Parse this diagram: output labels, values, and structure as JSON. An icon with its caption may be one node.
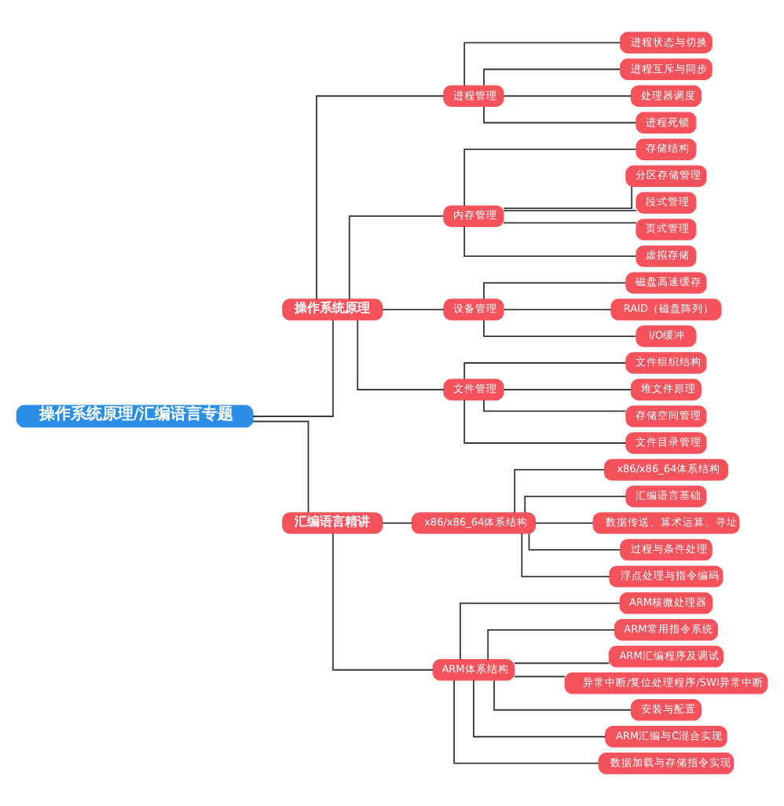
{
  "diagram": {
    "nodes": [
      {
        "text": [
          "操作系统原理/汇编语言专题"
        ]
      },
      {
        "text": [
          "操作系统原理"
        ]
      },
      {
        "text": [
          "进程管理"
        ]
      },
      {
        "text": [
          "进程状态与切换"
        ]
      },
      {
        "text": [
          "进程互斥与同步"
        ]
      },
      {
        "text": [
          "处理器调度"
        ]
      },
      {
        "text": [
          "进程死锁"
        ]
      },
      {
        "text": [
          "内存管理"
        ]
      },
      {
        "text": [
          "存储结构"
        ]
      },
      {
        "text": [
          "分区存储管理"
        ]
      },
      {
        "text": [
          "段式管理"
        ]
      },
      {
        "text": [
          "页式管理"
        ]
      },
      {
        "text": [
          "虚拟存储"
        ]
      },
      {
        "text": [
          "设备管理"
        ]
      },
      {
        "text": [
          "磁盘高速缓存"
        ]
      },
      {
        "text": [
          "RAID（磁盘阵列）"
        ]
      },
      {
        "text": [
          "I/O缓冲"
        ]
      },
      {
        "text": [
          "文件管理"
        ]
      },
      {
        "text": [
          "文件组织结构"
        ]
      },
      {
        "text": [
          "堆文件原理"
        ]
      },
      {
        "text": [
          "存储空间管理"
        ]
      },
      {
        "text": [
          "文件目录管理"
        ]
      },
      {
        "text": [
          "汇编语言精讲"
        ]
      },
      {
        "text": [
          "x86/x86_64体系结构"
        ]
      },
      {
        "text": [
          "x86/x86_64体系结构"
        ]
      },
      {
        "text": [
          "汇编语言基础"
        ]
      },
      {
        "text": [
          "数据传送、算术运算、寻址"
        ]
      },
      {
        "text": [
          "过程与条件处理"
        ]
      },
      {
        "text": [
          "浮点处理与指令编码"
        ]
      },
      {
        "text": [
          "ARM体系结构"
        ]
      },
      {
        "text": [
          "ARM核微处理器"
        ]
      },
      {
        "text": [
          "ARM常用指令系统"
        ]
      },
      {
        "text": [
          "ARM汇编程序及调试"
        ]
      },
      {
        "text": [
          "异常中断/复位处理程序/SWI异常中断"
        ]
      },
      {
        "text": [
          "安装与配置"
        ]
      },
      {
        "text": [
          "ARM汇编与C混合实现"
        ]
      },
      {
        "text": [
          "数据加载与存储指令实现"
        ]
      }
    ],
    "edges": [
      {
        "from": 0,
        "to": 1,
        "arrow": "none"
      },
      {
        "from": 1,
        "to": 2,
        "arrow": "none"
      },
      {
        "from": 2,
        "to": 3,
        "arrow": "none"
      },
      {
        "from": 2,
        "to": 4,
        "arrow": "none"
      },
      {
        "from": 2,
        "to": 5,
        "arrow": "none"
      },
      {
        "from": 2,
        "to": 6,
        "arrow": "none"
      },
      {
        "from": 1,
        "to": 7,
        "arrow": "none"
      },
      {
        "from": 7,
        "to": 8,
        "arrow": "none"
      },
      {
        "from": 7,
        "to": 9,
        "arrow": "none"
      },
      {
        "from": 7,
        "to": 10,
        "arrow": "none"
      },
      {
        "from": 7,
        "to": 11,
        "arrow": "none"
      },
      {
        "from": 7,
        "to": 12,
        "arrow": "none"
      },
      {
        "from": 1,
        "to": 13,
        "arrow": "none"
      },
      {
        "from": 13,
        "to": 14,
        "arrow": "none"
      },
      {
        "from": 13,
        "to": 15,
        "arrow": "none"
      },
      {
        "from": 13,
        "to": 16,
        "arrow": "none"
      },
      {
        "from": 1,
        "to": 17,
        "arrow": "none"
      },
      {
        "from": 17,
        "to": 18,
        "arrow": "none"
      },
      {
        "from": 17,
        "to": 19,
        "arrow": "none"
      },
      {
        "from": 17,
        "to": 20,
        "arrow": "none"
      },
      {
        "from": 17,
        "to": 21,
        "arrow": "none"
      },
      {
        "from": 0,
        "to": 22,
        "arrow": "none"
      },
      {
        "from": 22,
        "to": 23,
        "arrow": "none"
      },
      {
        "from": 23,
        "to": 24,
        "arrow": "none"
      },
      {
        "from": 23,
        "to": 25,
        "arrow": "none"
      },
      {
        "from": 23,
        "to": 26,
        "arrow": "none"
      },
      {
        "from": 23,
        "to": 27,
        "arrow": "none"
      },
      {
        "from": 23,
        "to": 28,
        "arrow": "none"
      },
      {
        "from": 22,
        "to": 29,
        "arrow": "none"
      },
      {
        "from": 29,
        "to": 30,
        "arrow": "none"
      },
      {
        "from": 29,
        "to": 31,
        "arrow": "none"
      },
      {
        "from": 29,
        "to": 32,
        "arrow": "none"
      },
      {
        "from": 29,
        "to": 33,
        "arrow": "none"
      },
      {
        "from": 29,
        "to": 34,
        "arrow": "none"
      },
      {
        "from": 29,
        "to": 35,
        "arrow": "none"
      },
      {
        "from": 29,
        "to": 36,
        "arrow": "none"
      }
    ]
  }
}
